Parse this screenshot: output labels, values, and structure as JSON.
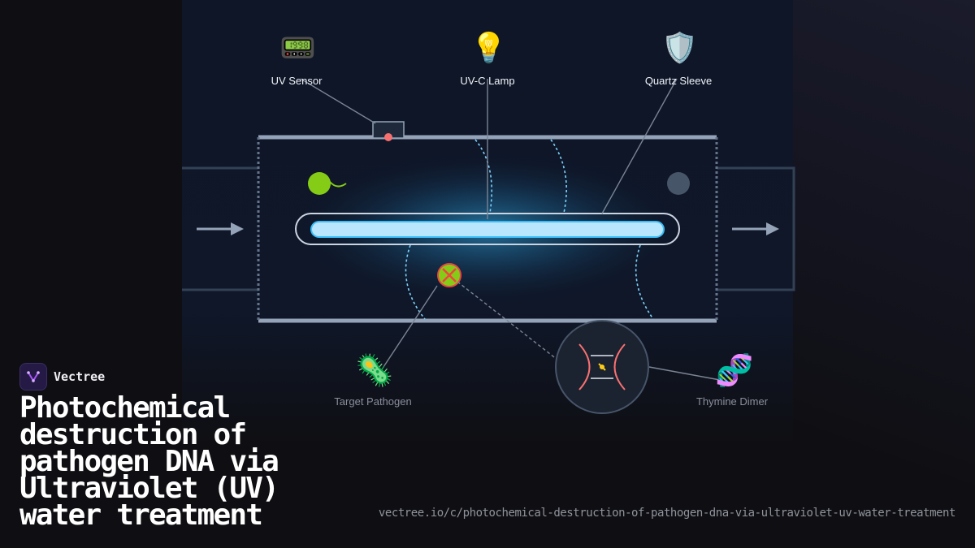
{
  "labels": {
    "uv_sensor": "UV Sensor",
    "uvc_lamp": "UV-C Lamp",
    "quartz_sleeve": "Quartz Sleeve",
    "target_pathogen": "Target Pathogen",
    "thymine_dimer": "Thymine Dimer"
  },
  "icons": {
    "uv_sensor": "📟",
    "uvc_lamp": "💡",
    "quartz_sleeve": "🛡️",
    "target_pathogen": "🦠",
    "thymine_dimer": "🧬"
  },
  "brand": {
    "name": "Vectree"
  },
  "title": "Photochemical destruction of pathogen DNA via Ultraviolet (UV) water treatment",
  "url": "vectree.io/c/photochemical-destruction-of-pathogen-dna-via-ultraviolet-uv-water-treatment",
  "colors": {
    "uv_glow": "#38bdf8",
    "lamp_tube": "#bae6fd",
    "chamber_wall": "#94a3b8",
    "live_pathogen": "#84cc16",
    "inactivated_pathogen": "#475569",
    "damage_mark": "#ef4444",
    "dna_strand": "#f87171",
    "sensor_led": "#f87171",
    "brand_accent": "#a855f7"
  }
}
